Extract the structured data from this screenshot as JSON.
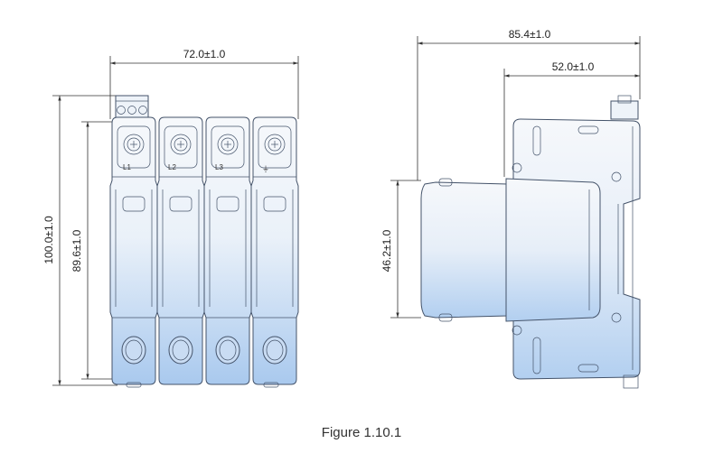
{
  "front_view": {
    "width_dim": "72.0±1.0",
    "height_outer_dim": "100.0±1.0",
    "height_inner_dim": "89.6±1.0",
    "pole_labels": [
      "L1",
      "L2",
      "L3",
      "⏚"
    ]
  },
  "side_view": {
    "depth_dim": "85.4±1.0",
    "depth_inner_dim": "52.0±1.0",
    "body_height_dim": "46.2±1.0"
  },
  "caption": "Figure 1.10.1",
  "colors": {
    "body_top": "#f4f7fb",
    "body_bottom": "#aecdf0",
    "outline": "#44536a",
    "dimension": "#333333"
  }
}
